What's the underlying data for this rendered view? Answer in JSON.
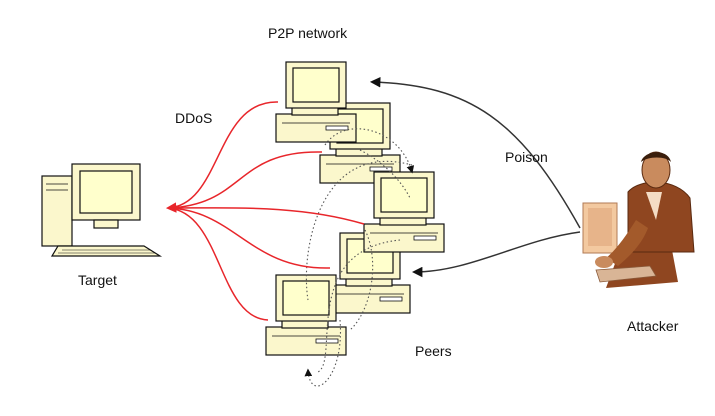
{
  "labels": {
    "network": "P2P network",
    "ddos": "DDoS",
    "poison": "Poison",
    "target": "Target",
    "peers": "Peers",
    "attacker": "Attacker"
  },
  "colors": {
    "ddos_line": "#e8262b",
    "poison_line": "#333333",
    "peer_link": "#555555",
    "screen": "#ffffcc",
    "case": "#fbf7cc",
    "outline": "#111111",
    "skin": "#c98b5e",
    "suit": "#8f4620"
  },
  "icons": {
    "target": "computer-icon",
    "peer": "computer-icon",
    "attacker": "attacker-person-icon"
  }
}
